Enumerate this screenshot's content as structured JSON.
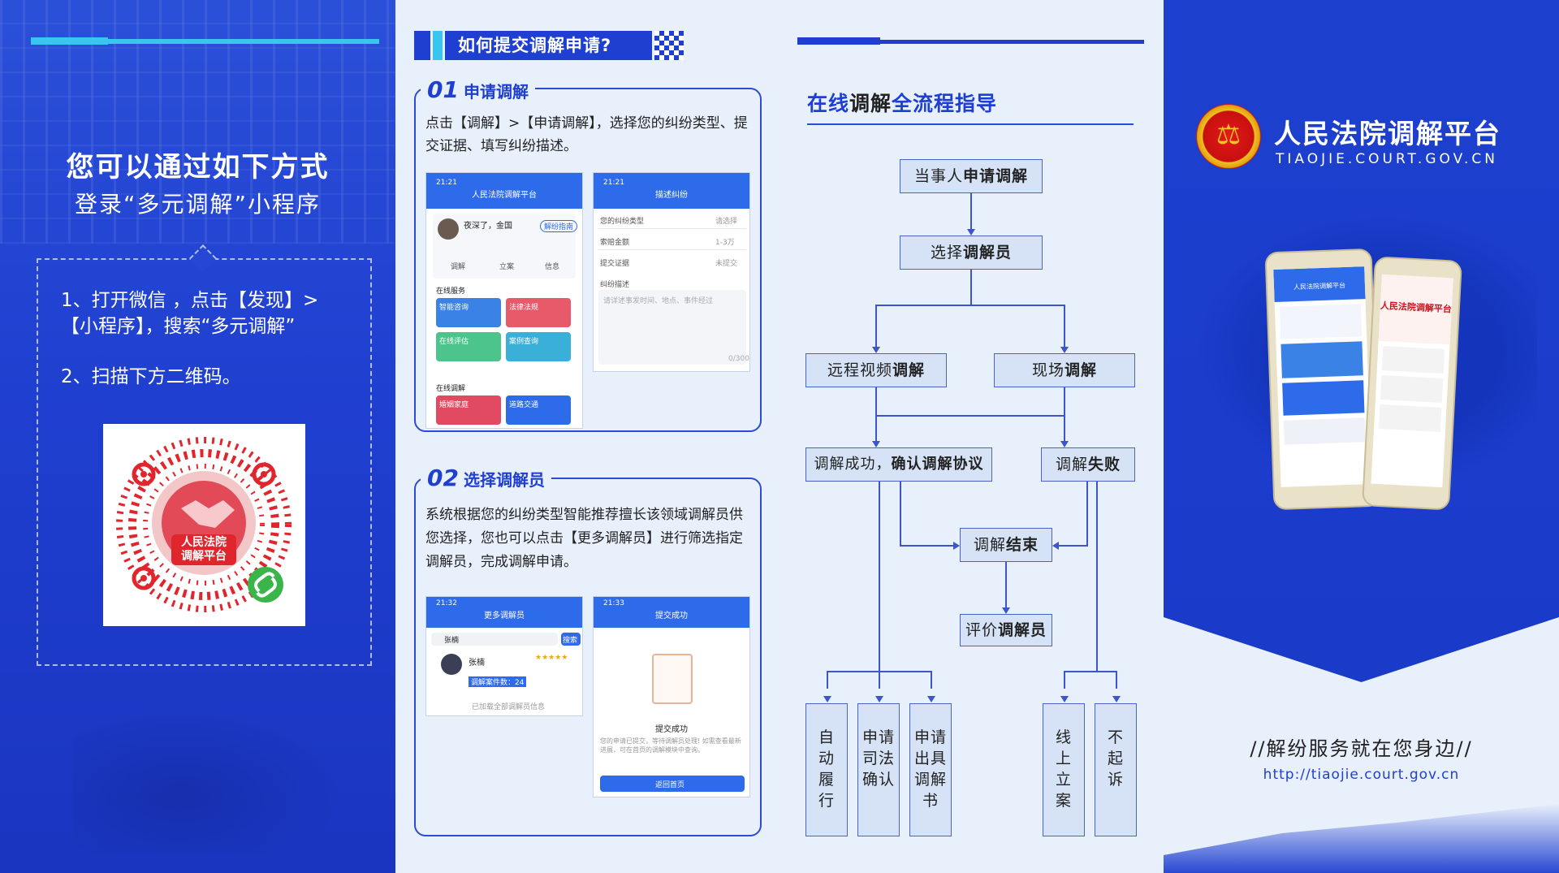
{
  "left": {
    "title": "您可以通过如下方式",
    "subtitle": "登录“多元调解”小程序",
    "step1_line1": "1、打开微信 ，点击【发现】>",
    "step1_line2": "【小程序】，搜索“多元调解”",
    "step2": "2、扫描下方二维码。",
    "qr_label_line1": "人民法院",
    "qr_label_line2": "调解平台"
  },
  "middle": {
    "header": "如何提交调解申请?",
    "sec1": {
      "num": "01",
      "title": "申请调解",
      "text": "点击【调解】>【申请调解】，选择您的纠纷类型、提交证据、填写纠纷描述。",
      "phone_a": {
        "time": "21:21",
        "title": "人民法院调解平台",
        "user": "夜深了，金国",
        "tag": "解纷指南",
        "nav": [
          "调解",
          "立案",
          "信息"
        ],
        "online_service": "在线服务",
        "tiles": [
          "智能咨询",
          "法律法规",
          "在线评估",
          "案例查询"
        ],
        "online_mediation": "在线调解",
        "tiles2": [
          "婚姻家庭",
          "道路交通"
        ]
      },
      "phone_b": {
        "time": "21:21",
        "title": "描述纠纷",
        "rows": [
          "您的纠纷类型",
          "索赔金额",
          "提交证据"
        ],
        "row_values": [
          "请选择",
          "1-3万",
          "未提交"
        ],
        "desc_label": "纠纷描述",
        "desc_placeholder": "请详述事发时间、地点、事件经过",
        "counter": "0/300"
      }
    },
    "sec2": {
      "num": "02",
      "title": "选择调解员",
      "text": "系统根据您的纠纷类型智能推荐擅长该领域调解员供您选择，您也可以点击【更多调解员】进行筛选指定调解员，完成调解申请。",
      "phone_c": {
        "time": "21:32",
        "title": "更多调解员",
        "search_value": "张楠",
        "search_btn": "搜索",
        "name": "张楠",
        "stars": "★★★★★",
        "count": "调解案件数：24",
        "footer": "已加载全部调解员信息"
      },
      "phone_d": {
        "time": "21:33",
        "title": "提交成功",
        "result": "提交成功",
        "desc": "您的申请已提交，等待调解员处理! 如需查看最新进展，可在首页的调解模块中查询。",
        "button": "返回首页"
      }
    },
    "flow_title_a": "在线",
    "flow_title_b": "调解",
    "flow_title_c": "全流程指导",
    "flow": {
      "apply_a": "当事人",
      "apply_b": "申请调解",
      "choose_a": "选择",
      "choose_b": "调解员",
      "remote_a": "远程视频",
      "remote_b": "调解",
      "onsite_a": "现场",
      "onsite_b": "调解",
      "success_a": "调解成功，",
      "success_b": "确认调解协议",
      "fail_a": "调解",
      "fail_b": "失败",
      "end_a": "调解",
      "end_b": "结束",
      "rate_a": "评价",
      "rate_b": "调解员",
      "v1": "自动履行",
      "v2": "申请司法确认",
      "v3": "申请出具调解书",
      "v4": "线上立案",
      "v5": "不起诉"
    }
  },
  "right": {
    "title": "人民法院调解平台",
    "title_en": "TIAOJIE.COURT.GOV.CN",
    "slogan": "//解纷服务就在您身边//",
    "url": "http://tiaojie.court.gov.cn",
    "phone_left_title": "人民法院调解平台",
    "phone_right_title": "人民法院调解平台"
  },
  "colors": {
    "brand_blue": "#1e3fd0",
    "accent_cyan": "#38c6f0",
    "box_fill": "#d6e3f7",
    "emblem_red": "#c80f0f"
  }
}
